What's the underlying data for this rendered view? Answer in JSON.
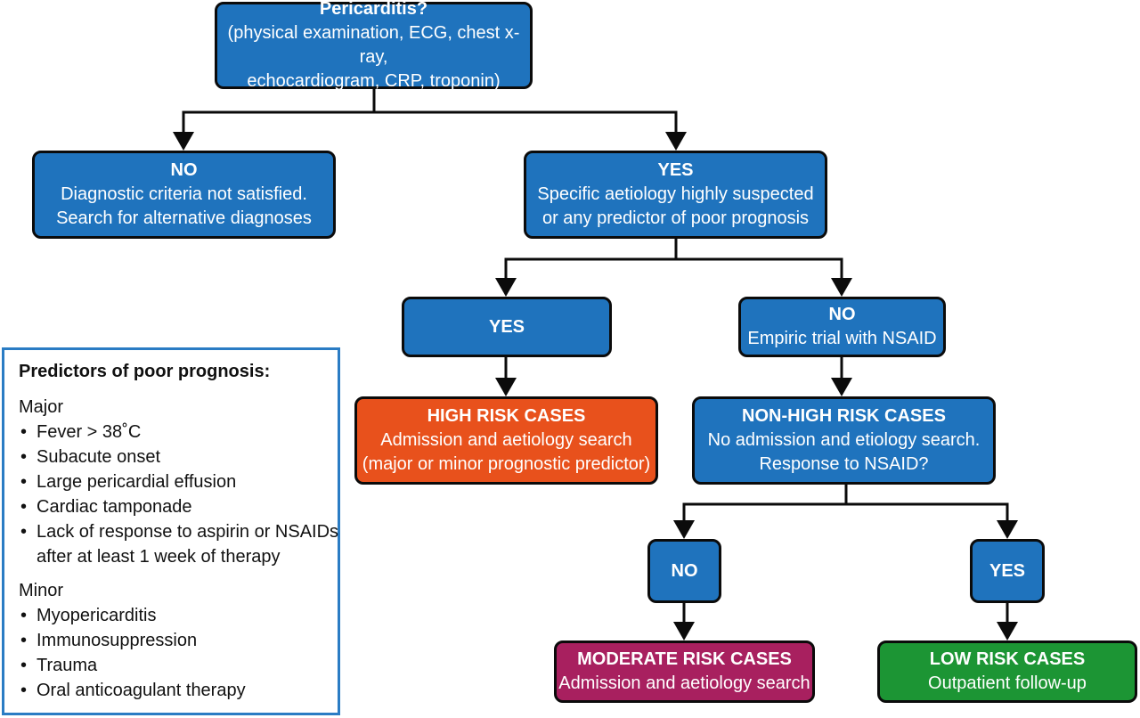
{
  "nodes": {
    "root": {
      "title": "Pericarditis?",
      "l1": "(physical examination, ECG, chest x-ray,",
      "l2": "echocardiogram, CRP, troponin)"
    },
    "no1": {
      "title": "NO",
      "l1": "Diagnostic criteria not satisfied.",
      "l2": "Search for alternative diagnoses"
    },
    "yes1": {
      "title": "YES",
      "l1": "Specific aetiology highly suspected",
      "l2": "or any predictor of poor prognosis"
    },
    "yes2": {
      "title": "YES"
    },
    "no2": {
      "title": "NO",
      "l1": "Empiric trial with NSAID"
    },
    "high": {
      "title": "HIGH RISK CASES",
      "l1": "Admission and aetiology search",
      "l2": "(major or minor prognostic predictor)"
    },
    "nonhigh": {
      "title": "NON-HIGH RISK CASES",
      "l1": "No admission and etiology search.",
      "l2": "Response to NSAID?"
    },
    "no3": {
      "title": "NO"
    },
    "yes3": {
      "title": "YES"
    },
    "moderate": {
      "title": "MODERATE RISK CASES",
      "l1": "Admission and aetiology search"
    },
    "low": {
      "title": "LOW RISK CASES",
      "l1": "Outpatient follow-up"
    }
  },
  "predictors": {
    "heading": "Predictors of poor prognosis:",
    "major_label": "Major",
    "major": [
      "Fever > 38˚C",
      "Subacute onset",
      "Large pericardial effusion",
      "Cardiac tamponade",
      "Lack of response to aspirin or NSAIDs after at least 1 week of therapy"
    ],
    "minor_label": "Minor",
    "minor": [
      "Myopericarditis",
      "Immunosuppression",
      "Trauma",
      "Oral anticoagulant therapy"
    ]
  },
  "colors": {
    "blue": "#1f73bd",
    "orange": "#e8511c",
    "purple": "#a8205f",
    "green": "#1c9534",
    "panel_border": "#2a7cc4"
  }
}
